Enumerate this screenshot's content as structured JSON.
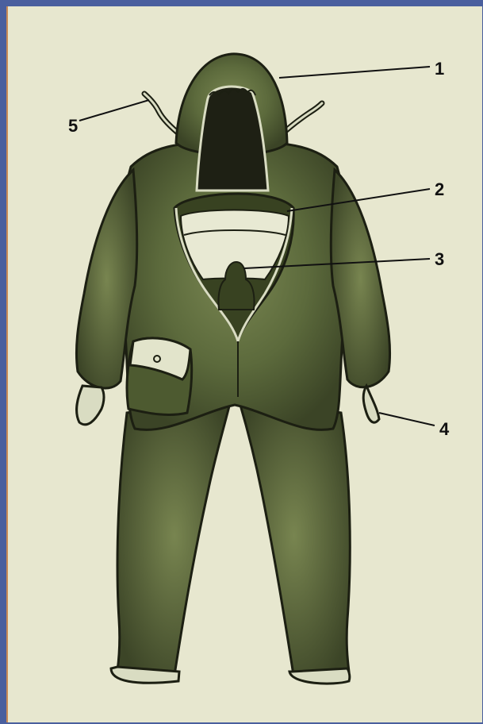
{
  "header": {
    "title_fragment": ""
  },
  "callouts": [
    {
      "id": "1",
      "label": "1"
    },
    {
      "id": "2",
      "label": "2"
    },
    {
      "id": "3",
      "label": "3"
    },
    {
      "id": "4",
      "label": "4"
    },
    {
      "id": "5",
      "label": "5"
    }
  ],
  "colors": {
    "background_frame": "#4a5f9e",
    "paper": "#e7e7cf",
    "suit_fill": "#5c6a3c",
    "suit_dark": "#3b4426",
    "outline": "#1c1f12"
  }
}
